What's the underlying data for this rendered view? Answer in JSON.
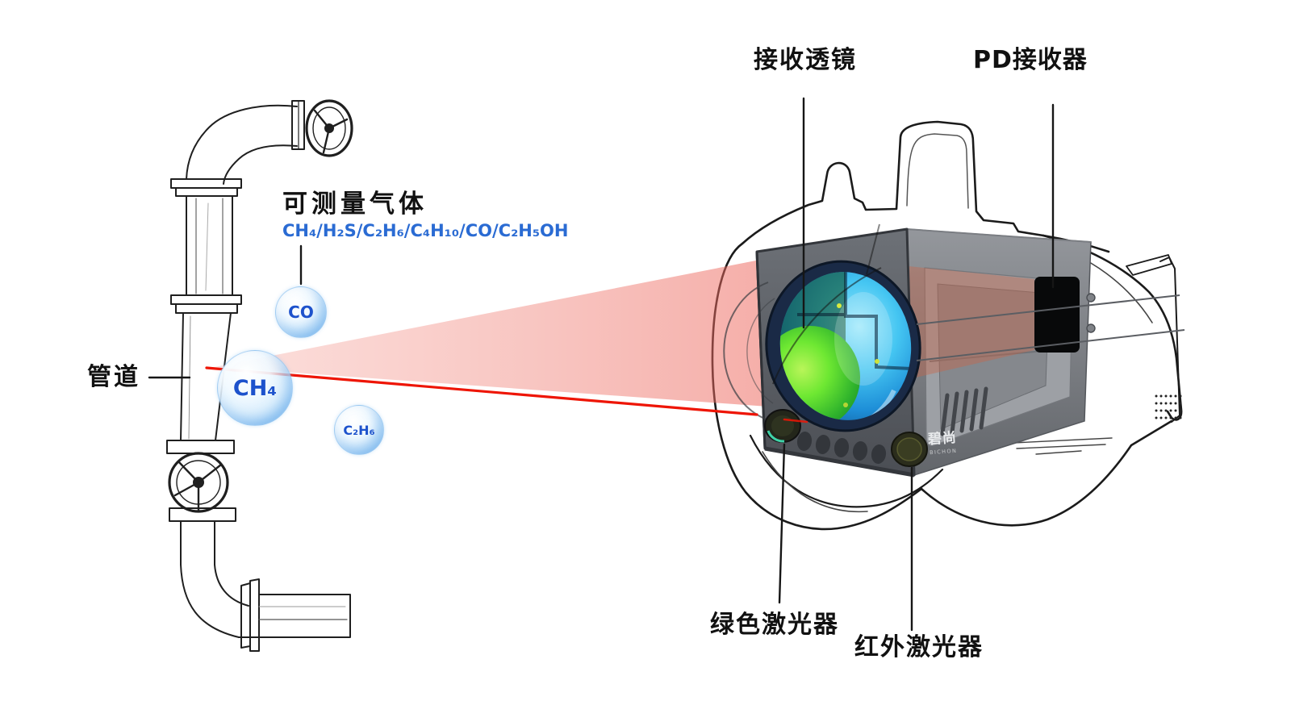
{
  "labels": {
    "pipeline": "管道",
    "measurable_gases_title": "可测量气体",
    "measurable_gases_formula": "CH₄/H₂S/C₂H₆/C₄H₁₀/CO/C₂H₅OH",
    "receiving_lens": "接收透镜",
    "pd_receiver": "PD接收器",
    "green_laser": "绿色激光器",
    "infrared_laser": "红外激光器"
  },
  "bubbles": [
    {
      "label": "CO"
    },
    {
      "label": "CH₄"
    },
    {
      "label": "C₂H₆"
    }
  ],
  "device": {
    "logo": "碧尚",
    "logo_subtext": "BICHON"
  },
  "colors": {
    "beam_fill": "#f0968c",
    "beam_line": "#ee1505",
    "formula_text": "#2a6bd3",
    "bubble_text": "#1d52cc",
    "lens_blue": "#2fb7ef",
    "lens_green": "#3fd32f",
    "label_text": "#111111"
  }
}
